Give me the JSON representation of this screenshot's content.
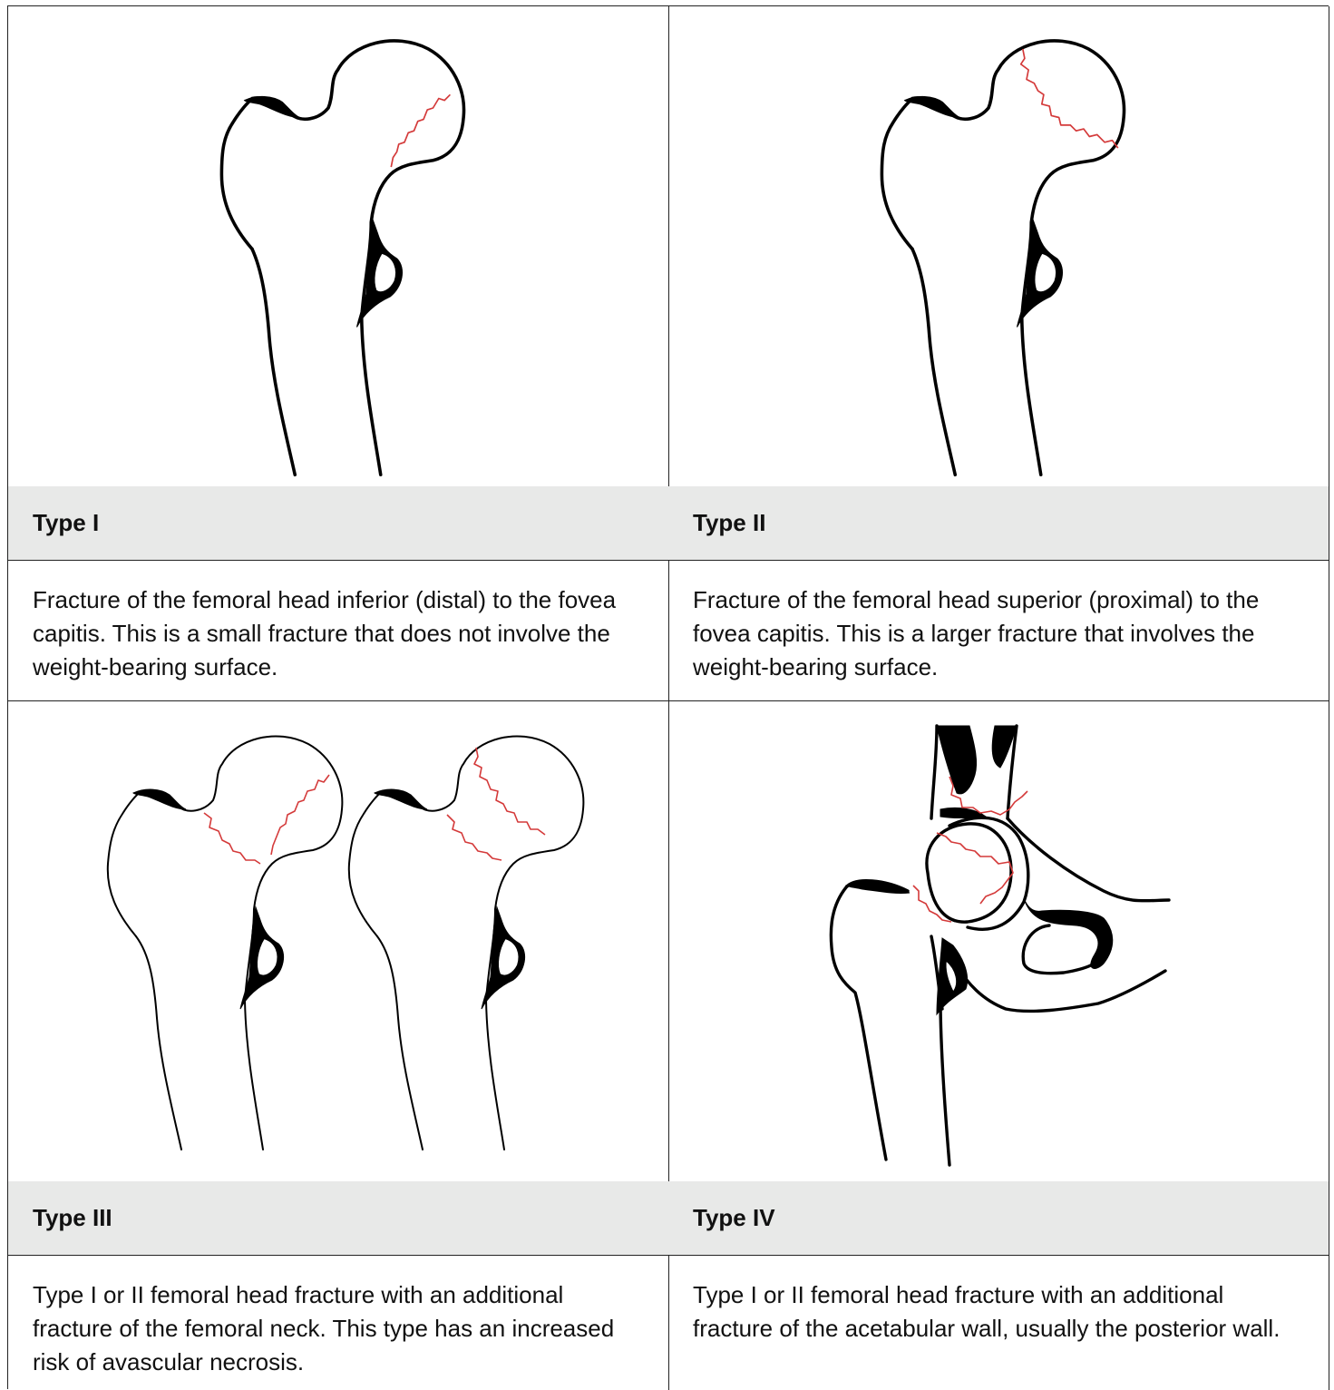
{
  "cells": {
    "type1": {
      "title": "Type I",
      "description": "Fracture of the femoral head inferior (distal) to the fovea capitis. This is a small fracture that does not involve the weight-bearing surface."
    },
    "type2": {
      "title": "Type II",
      "description": "Fracture of the femoral head superior (proximal) to the fovea capitis. This is a larger fracture that involves the weight-bearing surface."
    },
    "type3": {
      "title": "Type III",
      "description": "Type I or II femoral head fracture with an additional fracture of the femoral neck. This type has an increased risk of avascular necrosis."
    },
    "type4": {
      "title": "Type IV",
      "description": "Type I or II femoral head fracture with an additional fracture of the acetabular wall, usually the posterior wall."
    }
  },
  "colors": {
    "header_bg": "#e8e9e8",
    "fracture_line": "#d43a3a",
    "bone_outline": "#000000"
  }
}
